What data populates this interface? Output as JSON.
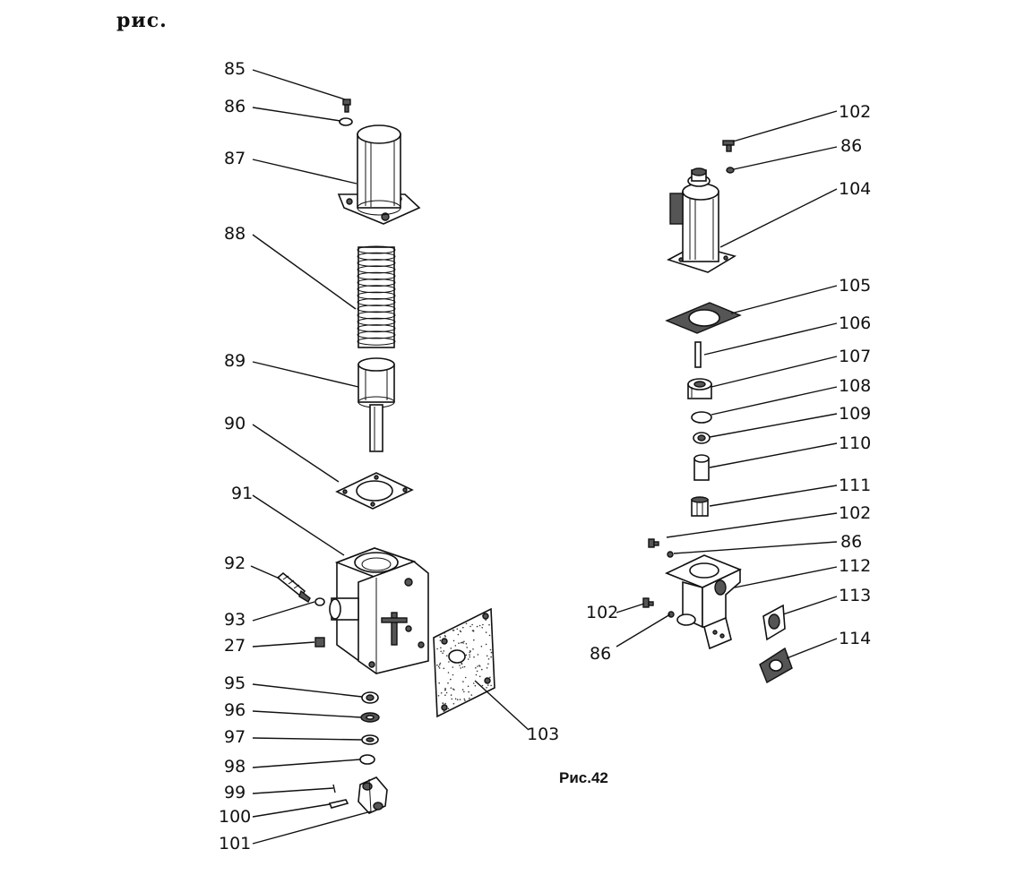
{
  "header": {
    "text": "рис."
  },
  "figure": {
    "caption": "Рис.42"
  },
  "callouts": {
    "c85": "85",
    "c86a": "86",
    "c87": "87",
    "c88": "88",
    "c89": "89",
    "c90": "90",
    "c91": "91",
    "c92": "92",
    "c93": "93",
    "c27": "27",
    "c95": "95",
    "c96": "96",
    "c97": "97",
    "c98": "98",
    "c99": "99",
    "c100": "100",
    "c101": "101",
    "c103": "103",
    "c102a": "102",
    "c86b": "86",
    "c104": "104",
    "c105": "105",
    "c106": "106",
    "c107": "107",
    "c108": "108",
    "c109": "109",
    "c110": "110",
    "c111": "111",
    "c102b": "102",
    "c86c": "86",
    "c112": "112",
    "c102c": "102",
    "c113": "113",
    "c86d": "86",
    "c114": "114"
  }
}
